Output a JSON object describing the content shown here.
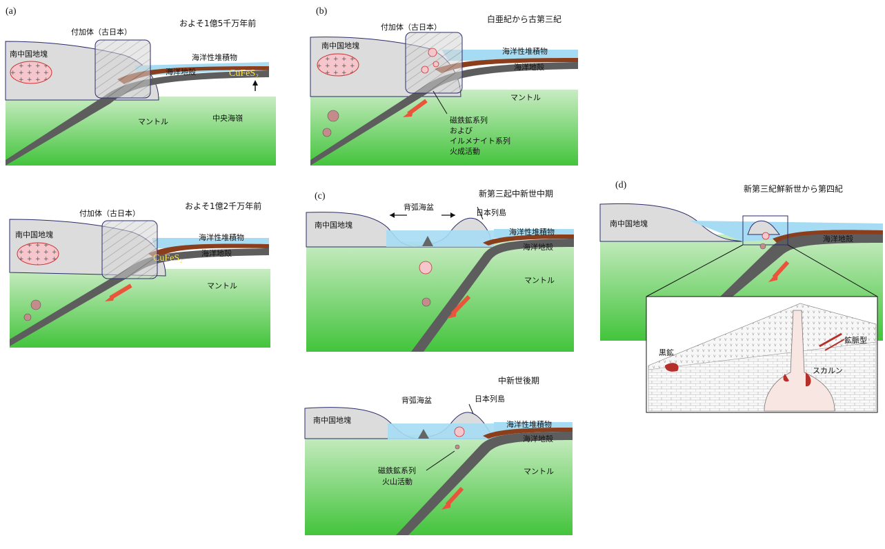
{
  "colors": {
    "mantle_top": "#c9ecc3",
    "mantle_bottom": "#43c43c",
    "continent": "#dcdcdc",
    "sea": "#a6dcf3",
    "sediment": "#8b3e1c",
    "crust": "#5d5d5d",
    "magma": "#c58b8b",
    "batholith": "#f5c6cb",
    "arrow": "#e8553a",
    "ore_label": "#ffe34a"
  },
  "panel_a1": {
    "tag": "(a)",
    "title": "およそ1億5千万年前",
    "accretion": "付加体（古日本）",
    "block": "南中国地塊",
    "sediments": "海洋性堆積物",
    "crust": "海洋地殻",
    "ore": "CuFeS₂",
    "ridge": "中央海嶺",
    "mantle": "マントル"
  },
  "panel_a2": {
    "title": "およそ1億2千万年前",
    "accretion": "付加体（古日本）",
    "block": "南中国地塊",
    "sediments": "海洋性堆積物",
    "crust": "海洋地殻",
    "ore": "CuFeS₂",
    "mantle": "マントル"
  },
  "panel_b": {
    "tag": "(b)",
    "title": "白亜紀から古第三紀",
    "accretion": "付加体（古日本）",
    "block": "南中国地塊",
    "sediments": "海洋性堆積物",
    "crust": "海洋地殻",
    "mantle": "マントル",
    "magmatism": [
      "磁鉄鉱系列",
      "および",
      "イルメナイト系列",
      "火成活動"
    ]
  },
  "panel_c1": {
    "tag": "(c)",
    "title": "新第三起中新世中期",
    "basin": "背弧海盆",
    "arc": "日本列島",
    "block": "南中国地塊",
    "sediments": "海洋性堆積物",
    "crust": "海洋地殻",
    "mantle": "マントル"
  },
  "panel_c2": {
    "title": "中新世後期",
    "basin": "背弧海盆",
    "arc": "日本列島",
    "block": "南中国地塊",
    "sediments": "海洋性堆積物",
    "crust": "海洋地殻",
    "mantle": "マントル",
    "volcanism": [
      "磁鉄鉱系列",
      "火山活動"
    ]
  },
  "panel_d": {
    "tag": "(d)",
    "title": "新第三紀鮮新世から第四紀",
    "block": "南中国地塊",
    "crust": "海洋地殻",
    "kuroko": "黒鉱",
    "vein": "鉱脈型",
    "skarn": "スカルン"
  }
}
